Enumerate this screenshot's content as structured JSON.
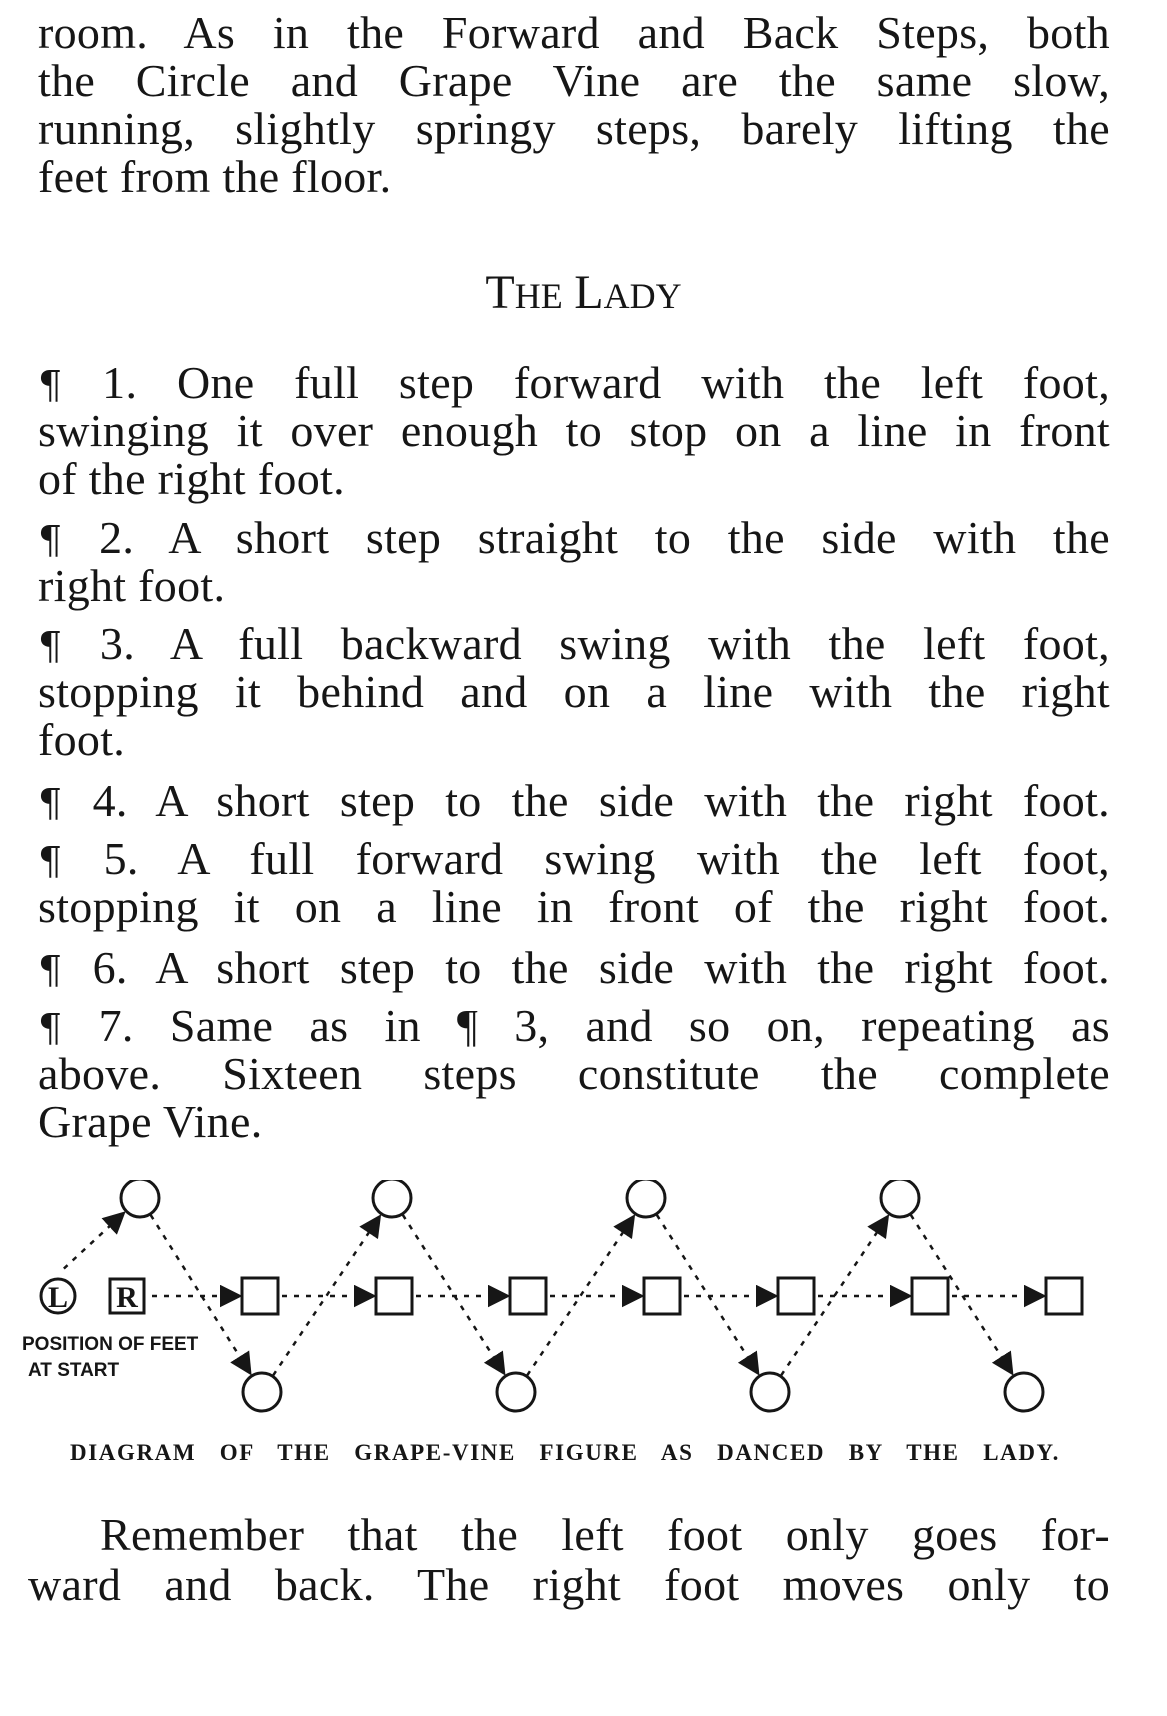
{
  "top_paragraph": {
    "lines": [
      "room.  As in the Forward and Back Steps, both",
      "the Circle and Grape Vine are the same slow,",
      "running, slightly springy steps, barely lifting the",
      "feet from the floor."
    ]
  },
  "section_heading": {
    "initial_1": "T",
    "rest_1": "HE",
    "initial_2": "L",
    "rest_2": "ADY"
  },
  "steps": [
    {
      "mark": "¶",
      "lines": [
        "1.  One full step forward with the left foot,",
        "swinging it over enough to stop on a line in front",
        "of the right foot."
      ]
    },
    {
      "mark": "¶",
      "lines": [
        "2.  A short step straight to the side with the",
        "right foot."
      ]
    },
    {
      "mark": "¶",
      "lines": [
        "3.  A full backward swing with the left foot,",
        "stopping it behind and on a line with the right",
        "foot."
      ]
    },
    {
      "mark": "¶",
      "lines": [
        "4.  A short step to the side with the right foot."
      ]
    },
    {
      "mark": "¶",
      "lines": [
        "5.  A full forward swing with the left foot,",
        "stopping it on a line in front of the right foot."
      ]
    },
    {
      "mark": "¶",
      "lines": [
        "6.  A short step to the side with the right foot."
      ]
    },
    {
      "mark": "¶",
      "lines": [
        "7.  Same as in ¶ 3, and so on, repeating as",
        "above.  Sixteen steps constitute the complete",
        "Grape Vine."
      ]
    }
  ],
  "diagram": {
    "left_foot_label": "L",
    "right_foot_label": "R",
    "position_label_1": "POSITION OF FEET",
    "position_label_2": "AT START",
    "caption": "DIAGRAM OF THE GRAPE-VINE FIGURE AS DANCED BY THE LADY."
  },
  "bottom_paragraph": {
    "lines": [
      "Remember that the left foot only goes for-",
      "ward and back.  The right foot moves only to"
    ]
  }
}
